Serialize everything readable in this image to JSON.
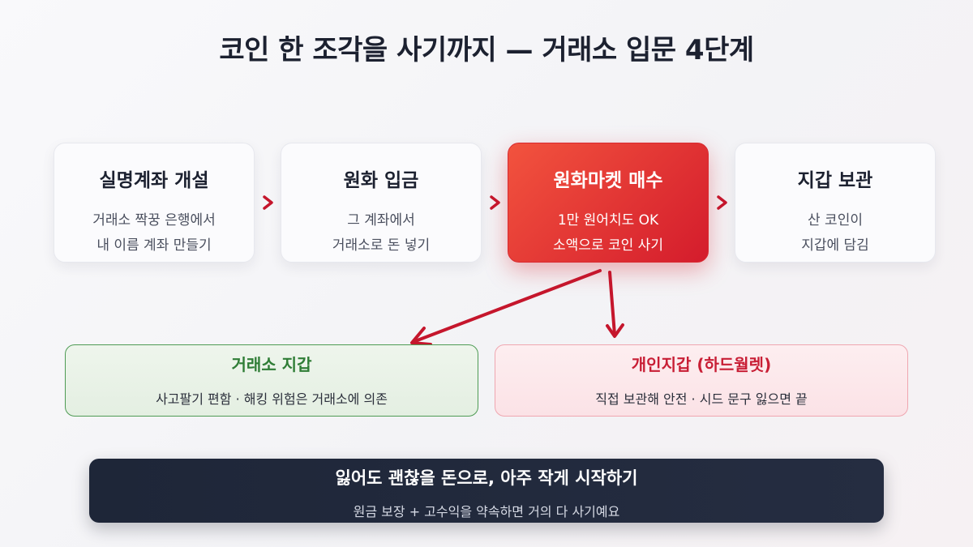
{
  "title": "코인 한 조각을 사기까지 — 거래소 입문 4단계",
  "steps": [
    {
      "title": "실명계좌 개설",
      "line1": "거래소 짝꿍 은행에서",
      "line2": "내 이름 계좌 만들기"
    },
    {
      "title": "원화 입금",
      "line1": "그 계좌에서",
      "line2": "거래소로 돈 넣기"
    },
    {
      "title": "원화마켓 매수",
      "line1": "1만 원어치도 OK",
      "line2": "소액으로 코인 사기"
    },
    {
      "title": "지갑 보관",
      "line1": "산 코인이",
      "line2": "지갑에 담김"
    }
  ],
  "wallets": [
    {
      "title": "거래소 지갑",
      "desc": "사고팔기 편함 · 해킹 위험은 거래소에 의존"
    },
    {
      "title": "개인지갑 (하드월렛)",
      "desc": "직접 보관해 안전 · 시드 문구 잃으면 끝"
    }
  ],
  "banner": {
    "title": "잃어도 괜찮을 돈으로, 아주 작게 시작하기",
    "subtitle": "원금 보장 + 고수익을 약속하면 거의 다 사기예요"
  },
  "colors": {
    "accent_red": "#d41c2c",
    "exchange_green": "#2f7d36",
    "personal_red": "#c81e35",
    "banner_dark": "#1e2638",
    "arrow": "#c5162c"
  },
  "icons": [
    "chevron-right-icon",
    "arrow-icon"
  ]
}
